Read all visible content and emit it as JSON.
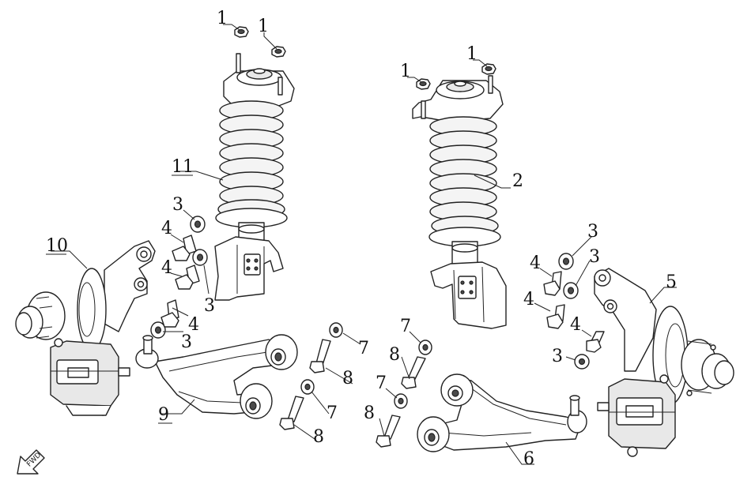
{
  "fwd_label": "FWD",
  "callouts": [
    {
      "id": "nut-a",
      "text": "1"
    },
    {
      "id": "nut-b",
      "text": "1"
    },
    {
      "id": "nut-c",
      "text": "1"
    },
    {
      "id": "nut-d",
      "text": "1"
    },
    {
      "id": "right-strut",
      "text": "2"
    },
    {
      "id": "l-washer-1",
      "text": "3"
    },
    {
      "id": "l-washer-2",
      "text": "3"
    },
    {
      "id": "l-washer-3",
      "text": "3"
    },
    {
      "id": "r-washer-1",
      "text": "3"
    },
    {
      "id": "r-washer-2",
      "text": "3"
    },
    {
      "id": "r-washer-3",
      "text": "3"
    },
    {
      "id": "l-bolt-1",
      "text": "4"
    },
    {
      "id": "l-bolt-2",
      "text": "4"
    },
    {
      "id": "l-bolt-3",
      "text": "4"
    },
    {
      "id": "r-bolt-1",
      "text": "4"
    },
    {
      "id": "r-bolt-2",
      "text": "4"
    },
    {
      "id": "r-bolt-3",
      "text": "4"
    },
    {
      "id": "right-knuckle",
      "text": "5"
    },
    {
      "id": "right-arm",
      "text": "6"
    },
    {
      "id": "arm-nut-1",
      "text": "7"
    },
    {
      "id": "arm-nut-2",
      "text": "7"
    },
    {
      "id": "arm-nut-3",
      "text": "7"
    },
    {
      "id": "arm-nut-4",
      "text": "7"
    },
    {
      "id": "arm-bolt-1",
      "text": "8"
    },
    {
      "id": "arm-bolt-2",
      "text": "8"
    },
    {
      "id": "arm-bolt-3",
      "text": "8"
    },
    {
      "id": "arm-bolt-4",
      "text": "8"
    },
    {
      "id": "left-arm",
      "text": "9"
    },
    {
      "id": "left-knuckle",
      "text": "10"
    },
    {
      "id": "left-strut",
      "text": "11"
    }
  ]
}
